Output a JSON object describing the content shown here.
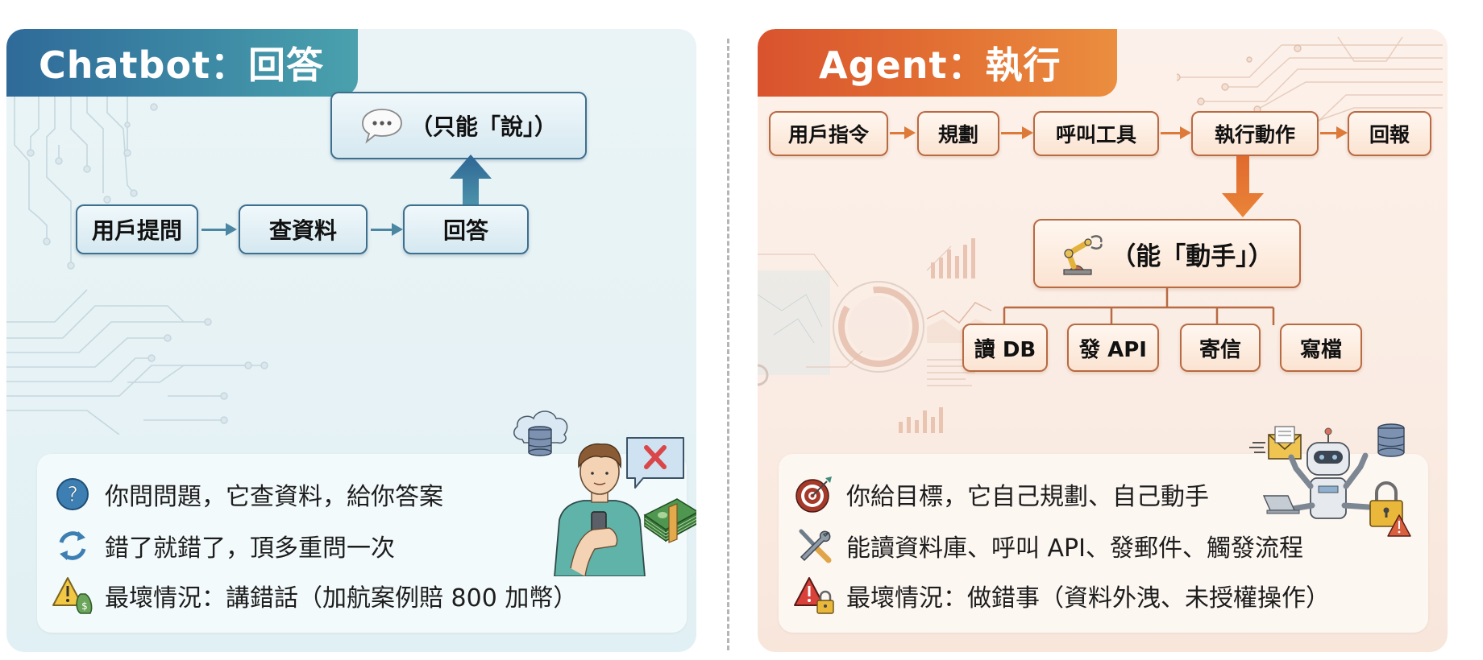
{
  "chatbot": {
    "title": "Chatbot：回答",
    "flow": [
      "用戶提問",
      "查資料",
      "回答"
    ],
    "result_label": "（只能「說」）",
    "result_icon": "speech-bubble-icon",
    "points": [
      {
        "icon": "question-icon",
        "text": "你問問題，它查資料，給你答案"
      },
      {
        "icon": "refresh-icon",
        "text": "錯了就錯了，頂多重問一次"
      },
      {
        "icon": "warning-money-icon",
        "text": "最壞情況：講錯話（加航案例賠 800 加幣）"
      }
    ],
    "colors": {
      "header_start": "#2f6a99",
      "header_end": "#4aa1ad",
      "border": "#3d6f8e",
      "bg": "#e6f2f5"
    }
  },
  "agent": {
    "title": "Agent：執行",
    "flow": [
      "用戶指令",
      "規劃",
      "呼叫工具",
      "執行動作",
      "回報"
    ],
    "result_label": "（能「動手」）",
    "result_icon": "robot-arm-icon",
    "actions": [
      "讀 DB",
      "發 API",
      "寄信",
      "寫檔"
    ],
    "points": [
      {
        "icon": "target-icon",
        "text": "你給目標，它自己規劃、自己動手"
      },
      {
        "icon": "tools-icon",
        "text": "能讀資料庫、呼叫 API、發郵件、觸發流程"
      },
      {
        "icon": "warning-lock-icon",
        "text": "最壞情況：做錯事（資料外洩、未授權操作）"
      }
    ],
    "colors": {
      "header_start": "#d9532e",
      "header_end": "#eb8e3f",
      "border": "#b86a43",
      "bg": "#faece3"
    }
  }
}
